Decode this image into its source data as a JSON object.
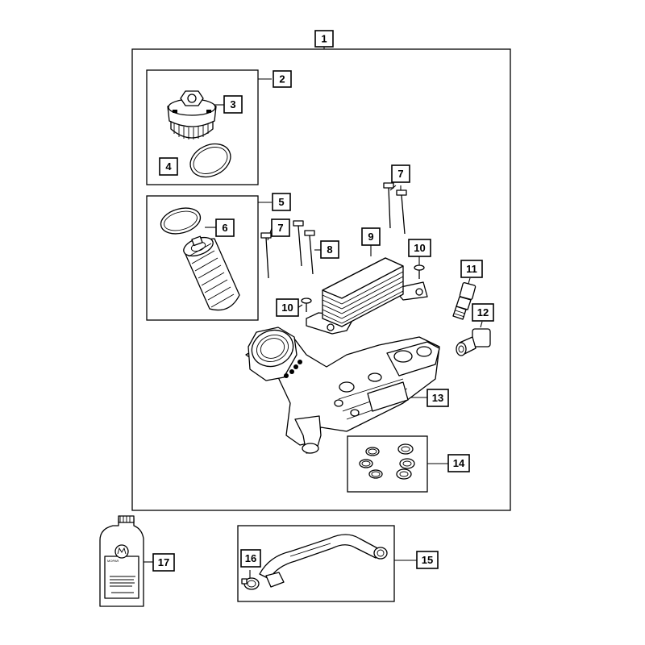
{
  "callouts": [
    {
      "id": "c1",
      "label": "1"
    },
    {
      "id": "c2",
      "label": "2"
    },
    {
      "id": "c3",
      "label": "3"
    },
    {
      "id": "c4",
      "label": "4"
    },
    {
      "id": "c5",
      "label": "5"
    },
    {
      "id": "c6",
      "label": "6"
    },
    {
      "id": "c7a",
      "label": "7"
    },
    {
      "id": "c7b",
      "label": "7"
    },
    {
      "id": "c8",
      "label": "8"
    },
    {
      "id": "c9",
      "label": "9"
    },
    {
      "id": "c10a",
      "label": "10"
    },
    {
      "id": "c10b",
      "label": "10"
    },
    {
      "id": "c11",
      "label": "11"
    },
    {
      "id": "c12",
      "label": "12"
    },
    {
      "id": "c13",
      "label": "13"
    },
    {
      "id": "c14",
      "label": "14"
    },
    {
      "id": "c15",
      "label": "15"
    },
    {
      "id": "c16",
      "label": "16"
    },
    {
      "id": "c17",
      "label": "17"
    }
  ],
  "bottle": {
    "brand": "MOPAR"
  }
}
